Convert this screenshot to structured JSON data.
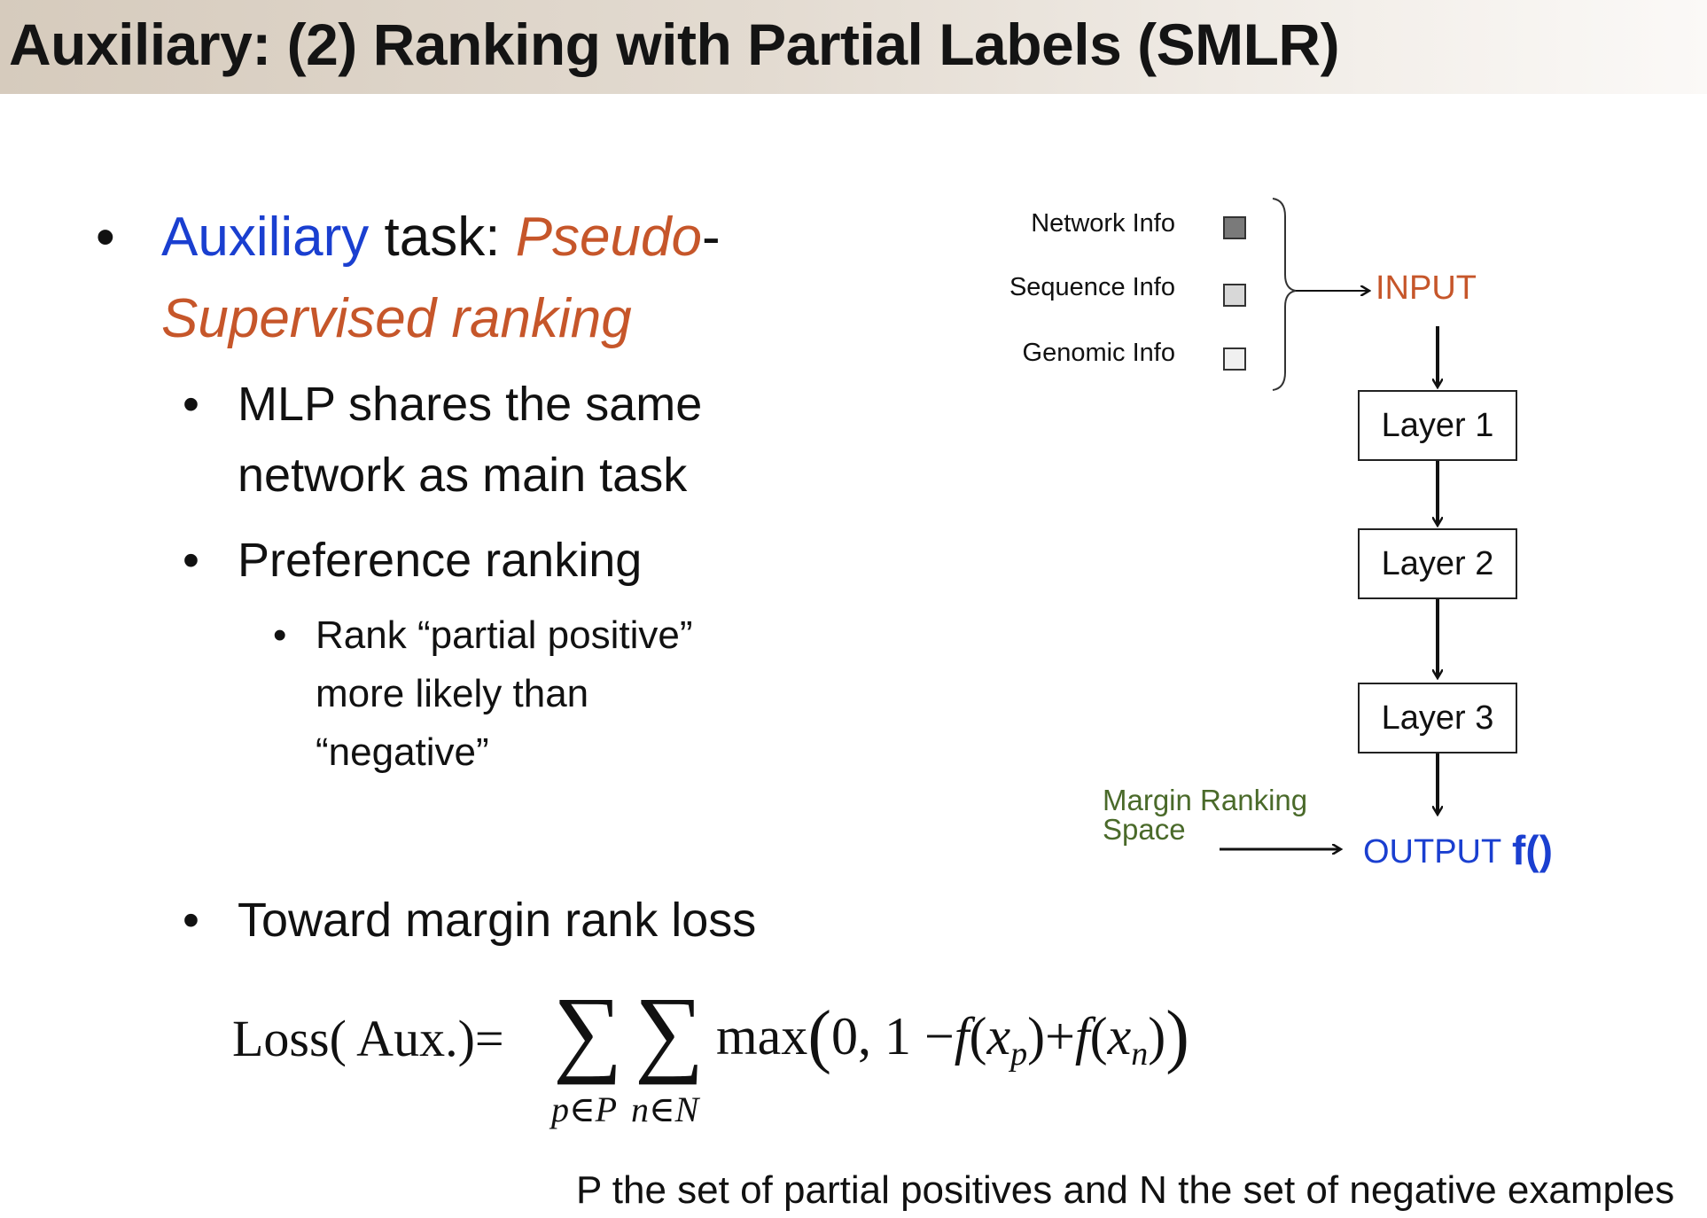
{
  "slide": {
    "title": "Auxiliary: (2) Ranking with Partial Labels (SMLR)"
  },
  "bullets": {
    "b1_part1": "Auxiliary",
    "b1_part2": " task: ",
    "b1_part3": "Pseudo",
    "b1_part4": "-",
    "b1_line2": "Supervised ranking",
    "b2_line1": "MLP shares the same",
    "b2_line2": "network as main task",
    "b3": "Preference ranking",
    "b4_line1": "Rank “partial positive”",
    "b4_line2": "more likely than",
    "b4_line3": "“negative”",
    "b5": "Toward margin rank loss",
    "bullet_glyph": "•"
  },
  "diagram": {
    "inputs": [
      {
        "label": "Network Info",
        "fill": "#7a7a7a"
      },
      {
        "label": "Sequence Info",
        "fill": "#d8d8d8"
      },
      {
        "label": "Genomic Info",
        "fill": "#f0f0f0"
      }
    ],
    "input_label": "INPUT",
    "layers": [
      "Layer 1",
      "Layer 2",
      "Layer 3"
    ],
    "output_label": "OUTPUT",
    "output_fn": "f()",
    "margin_line1": "Margin Ranking",
    "margin_line2": "Space"
  },
  "formula": {
    "lhs": "Loss( Aux.)",
    "equals": "=",
    "sum1_sub": "p∈P",
    "sum2_sub": "n∈N",
    "sigma": "∑",
    "max": "max",
    "zero_one": "0, 1",
    "minus": "−",
    "plus": "+",
    "f": "f",
    "xp_base": "x",
    "xp_sub": "p",
    "xn_base": "x",
    "xn_sub": "n"
  },
  "footnote": "P the set of partial positives and N the set of negative examples",
  "colors": {
    "accent_blue": "#1a3fd0",
    "accent_orange": "#c6562a",
    "margin_green": "#4a6a2a"
  }
}
